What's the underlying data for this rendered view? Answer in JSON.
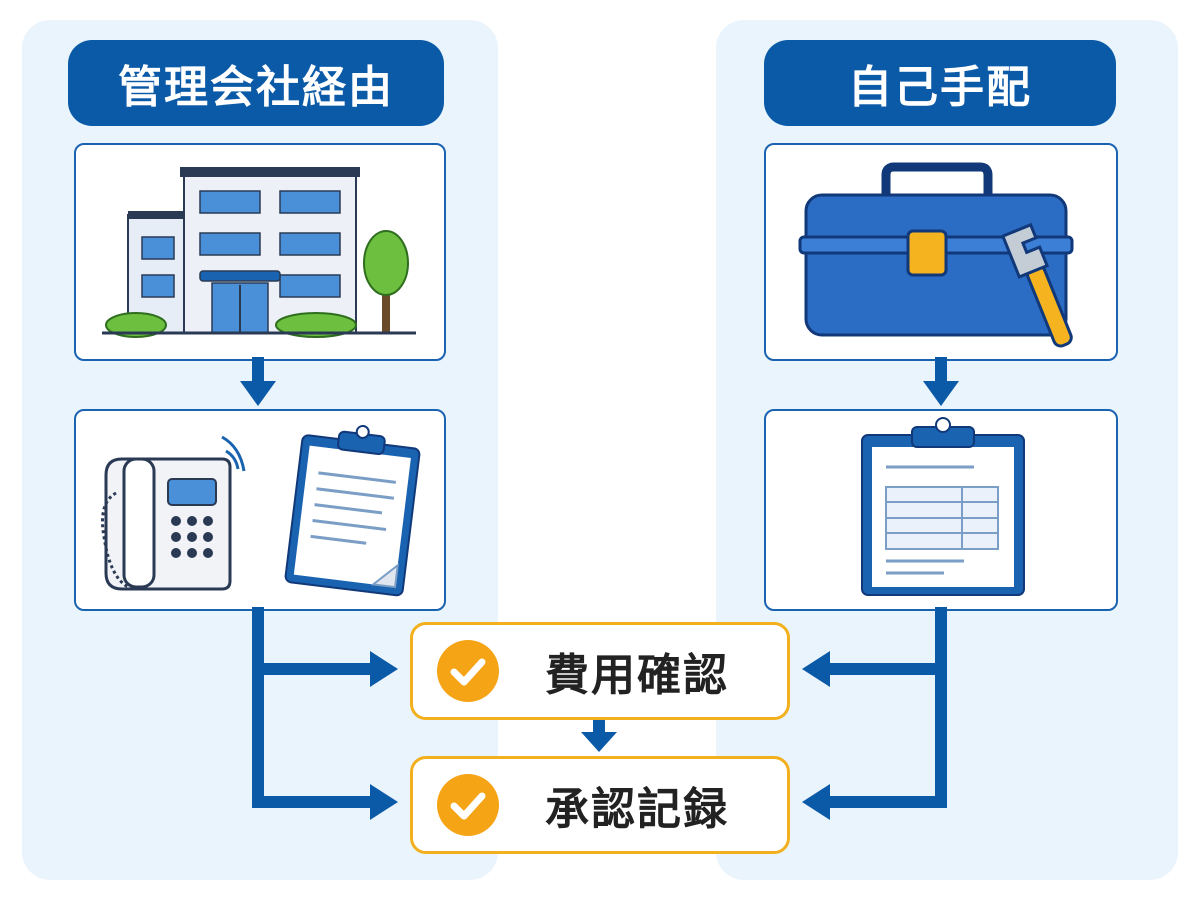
{
  "left_column": {
    "title": "管理会社経由"
  },
  "right_column": {
    "title": "自己手配"
  },
  "steps": [
    {
      "label": "費用確認"
    },
    {
      "label": "承認記録"
    }
  ],
  "colors": {
    "panel_bg": "#eaf4fc",
    "header_bg": "#0b5aa8",
    "arrow": "#0b5aa8",
    "step_border": "#f2b01e",
    "check": "#f5a416"
  },
  "icons": [
    "building-icon",
    "tree-icon",
    "toolbox-icon",
    "wrench-icon",
    "telephone-icon",
    "clipboard-document-icon",
    "clipboard-table-icon",
    "check-circle-icon"
  ]
}
